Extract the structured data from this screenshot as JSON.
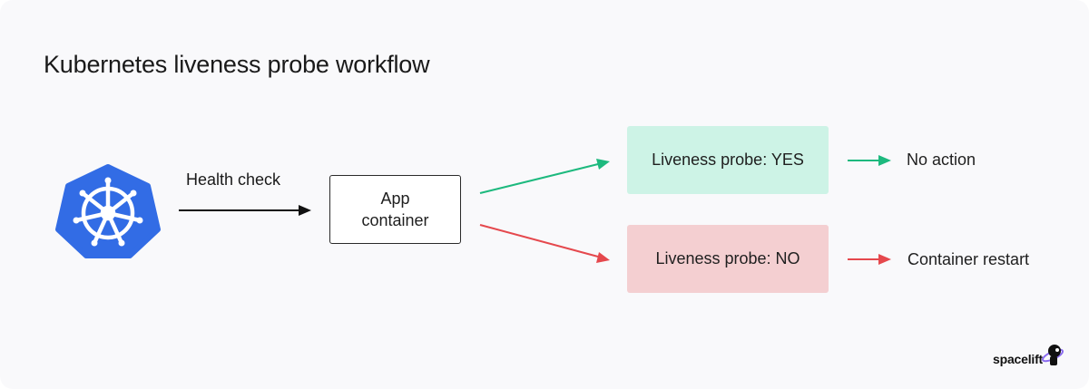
{
  "diagram": {
    "title": "Kubernetes liveness probe workflow",
    "edge_label": "Health check",
    "app_box": {
      "line1": "App",
      "line2": "container"
    },
    "yes_box": "Liveness probe: YES",
    "no_box": "Liveness probe: NO",
    "outcome_yes": "No action",
    "outcome_no": "Container restart",
    "colors": {
      "kubernetes_blue": "#326ce5",
      "success_green": "#1db97e",
      "success_fill": "#cdf3e6",
      "failure_red": "#e5484d",
      "failure_fill": "#f4cfd1"
    },
    "icons": {
      "source": "kubernetes-logo-icon",
      "brand": "spacelift-logo"
    }
  },
  "branding": {
    "name": "spacelift"
  }
}
